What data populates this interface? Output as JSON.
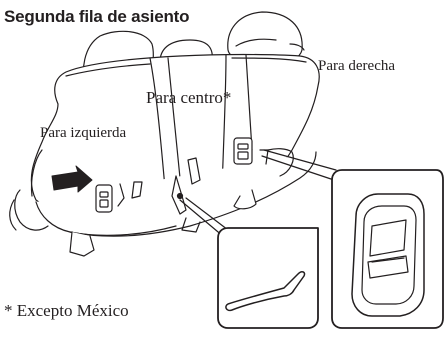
{
  "figure": {
    "title": "Segunda fila de asiento",
    "callouts": {
      "left": "Para izquierda",
      "center": "Para centro*",
      "right": "Para derecha"
    },
    "footnote": "* Excepto México"
  },
  "colors": {
    "line": "#231f20",
    "background": "#ffffff",
    "arrow": "#231f20"
  },
  "icons": [
    "arrow-right-icon",
    "seat-release-lever-icon",
    "seat-belt-buckle-icon"
  ]
}
